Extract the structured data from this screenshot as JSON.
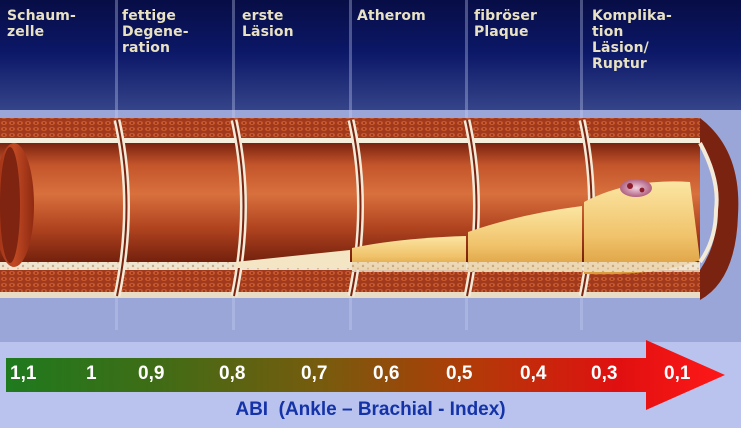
{
  "stages": [
    {
      "label": "Schaum-\nzelle"
    },
    {
      "label": "fettige\nDegene-\nration"
    },
    {
      "label": "erste\nLäsion"
    },
    {
      "label": "Atherom"
    },
    {
      "label": "fibröser\nPlaque"
    },
    {
      "label": "Komplika-\ntion\nLäsion/\nRuptur"
    }
  ],
  "abi_scale": {
    "values": [
      "1,1",
      "1",
      "0,9",
      "0,8",
      "0,7",
      "0,6",
      "0,5",
      "0,4",
      "0,3",
      "0,1"
    ],
    "value_colors": [
      "#ffffff",
      "#ffffff",
      "#ffffff",
      "#ffffff",
      "#ffffff",
      "#ffffff",
      "#ffffff",
      "#ffffff",
      "#ffffff",
      "#ffffff"
    ],
    "caption": "ABI  (Ankle – Brachial - Index)",
    "gradient": [
      "#1f7a1e",
      "#3d6d16",
      "#7a5a0d",
      "#b23a08",
      "#e01010",
      "#ff1818"
    ]
  },
  "colors": {
    "header_band": "#0a1560",
    "background": "#b9c3ee",
    "label_text": "#e8e1c2",
    "caption_text": "#1533a8",
    "vessel_outer": "#a3361d",
    "vessel_lumen": "#8a2512",
    "plaque": "#f0c26a",
    "wall_tissue": "#f3ead8"
  }
}
